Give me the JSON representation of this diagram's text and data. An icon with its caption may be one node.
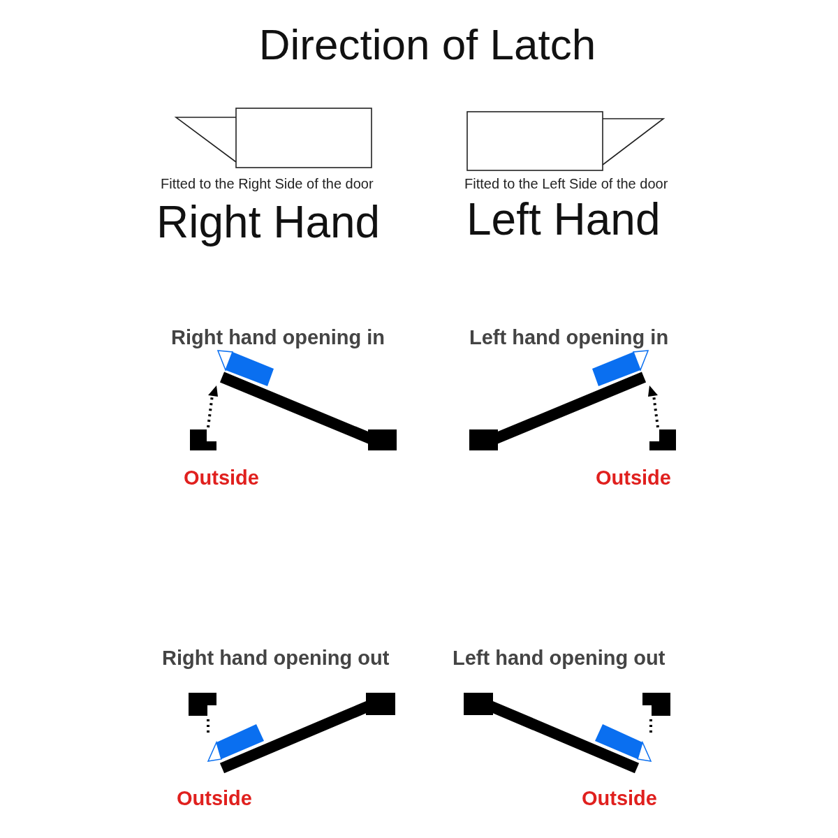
{
  "diagram": {
    "title": "Direction of Latch",
    "labels": [
      "Fitted to the Right Side of the door",
      "Fitted to the Left Side of the door",
      "Right Hand",
      "Left Hand",
      "Right hand opening in",
      "Left hand opening in",
      "Outside",
      "Outside",
      "Right hand opening out",
      "Left hand opening out",
      "Outside",
      "Outside"
    ]
  }
}
